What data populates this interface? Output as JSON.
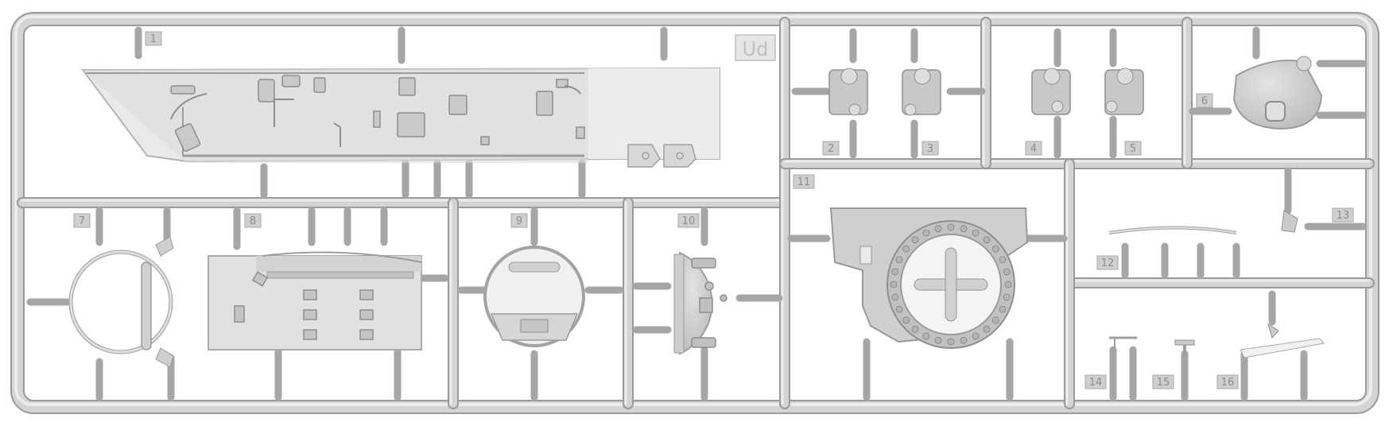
{
  "sprue": {
    "code": "Ud",
    "part_numbers": [
      "1",
      "2",
      "3",
      "4",
      "5",
      "6",
      "7",
      "8",
      "9",
      "10",
      "11",
      "12",
      "13",
      "14",
      "15",
      "16"
    ]
  },
  "colors": {
    "background": "#ffffff",
    "plastic": "#d3d3d3",
    "plastic_light": "#e4e4e4",
    "plastic_dark": "#a9a9a9",
    "outline": "#9a9a9a",
    "tag_fill": "#bdbdbd",
    "tag_text": "#8c8c8c"
  }
}
